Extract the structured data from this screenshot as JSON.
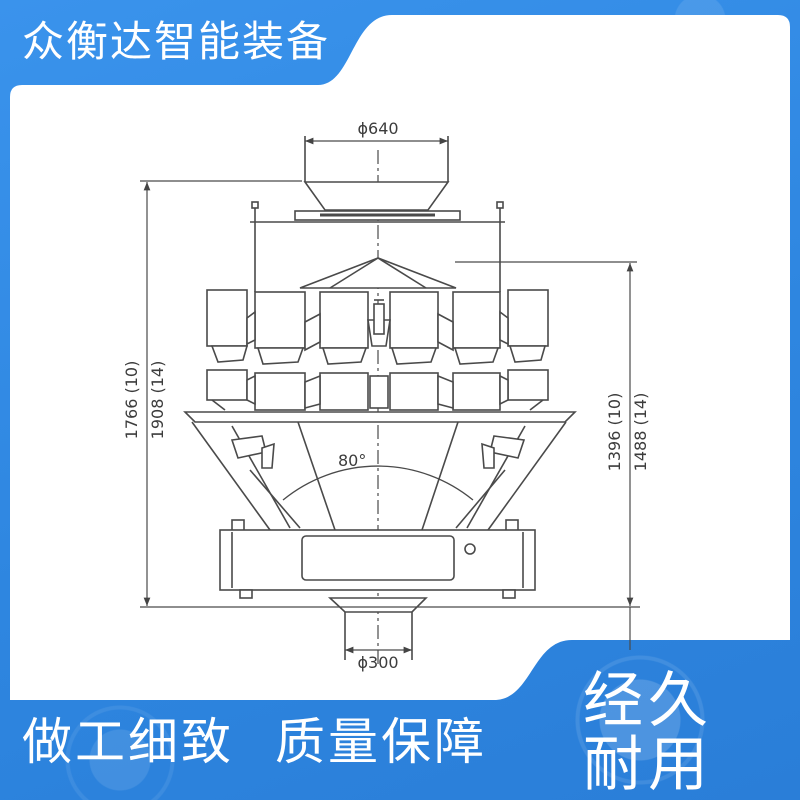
{
  "brand": "众衡达智能装备",
  "slogans": {
    "left_1": "做工细致",
    "left_2": "质量保障",
    "right_1": "经久",
    "right_2": "耐用"
  },
  "drawing": {
    "top_diameter": "ϕ640",
    "height_10": "1766 (10)",
    "height_14": "1908 (14)",
    "angle": "80°",
    "side_height_10": "1396 (10)",
    "side_height_14": "1488 (14)",
    "outlet_diameter": "ϕ300"
  },
  "colors": {
    "frame_blue": "#2e86e0",
    "panel": "#ffffff",
    "line": "#4a4a4a"
  }
}
